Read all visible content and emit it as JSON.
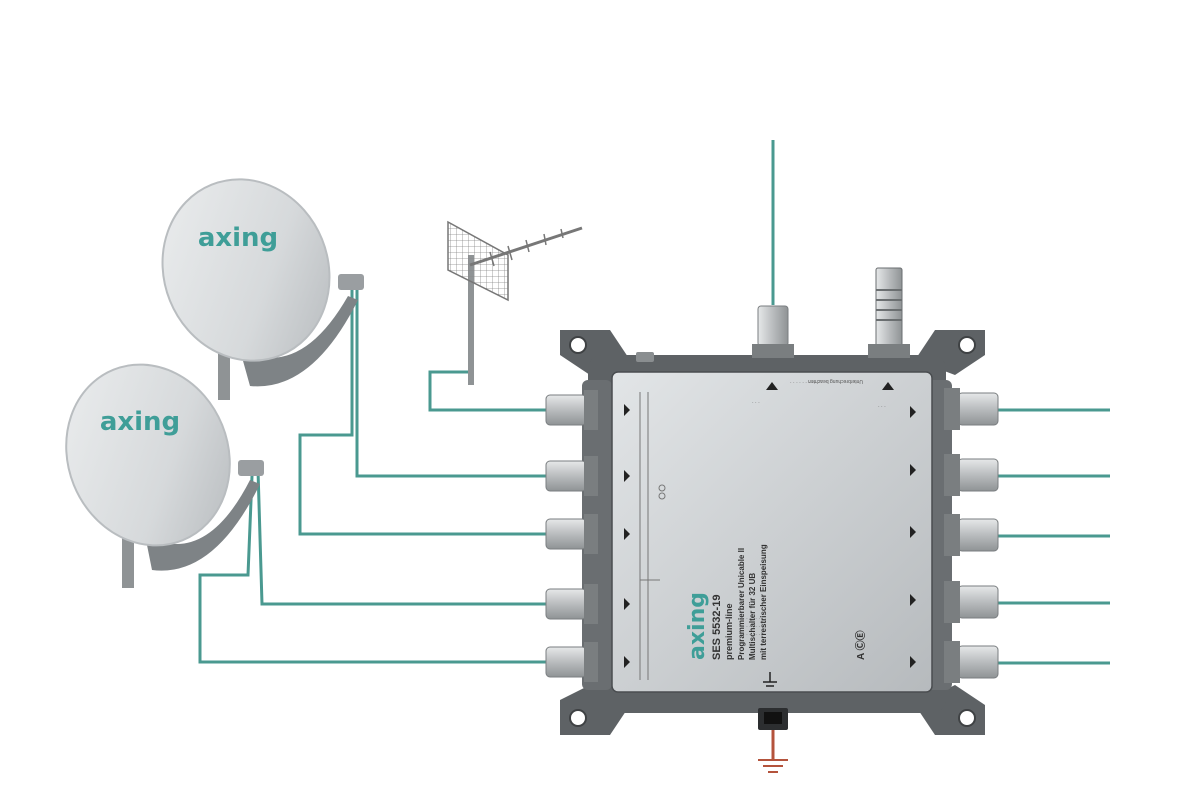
{
  "colors": {
    "cable": "#4a9990",
    "dish": "#d8dbdd",
    "dish_shadow": "#b9bdc0",
    "housing": "#5e6265",
    "panel": "#c9cdd0",
    "connector": "#c4c7c9",
    "logo": "#3f9e98"
  },
  "dish_upper": {
    "logo": "axing"
  },
  "dish_lower": {
    "logo": "axing"
  },
  "multiswitch": {
    "brand": "axing",
    "model": "SES 5532-19",
    "line": "premium-line",
    "desc_1": "Programmierbarer Unicable II",
    "desc_2": "Multischalter für 32 UB",
    "desc_3": "mit terrestrischer Einspeisung",
    "top_label": "Unterbrechung beachten",
    "marks": "A ⒸⒺ"
  },
  "inputs": [
    "input-1",
    "input-2",
    "input-3",
    "input-4",
    "input-5"
  ],
  "outputs": [
    "output-1",
    "output-2",
    "output-3",
    "output-4",
    "output-5"
  ]
}
